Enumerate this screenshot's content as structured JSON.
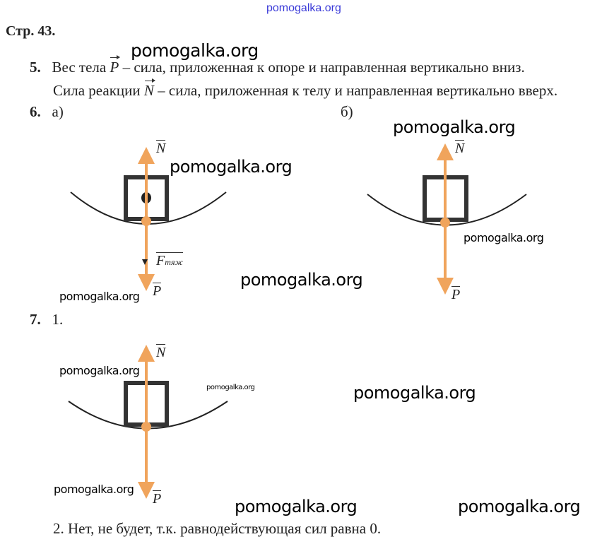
{
  "watermarks": {
    "top": "pomogalka.org",
    "w1": "pomogalka.org",
    "w2": "pomogalka.org",
    "w3": "pomogalka.org",
    "w4": "pomogalka.org",
    "w5": "pomogalka.org",
    "w6": "pomogalka.org",
    "w7": "pomogalka.org",
    "w8": "pomogalka.org",
    "w9": "pomogalka.org",
    "w10": "pomogalka.org",
    "w11": "pomogalka.org",
    "w12": "pomogalka.org"
  },
  "page": "Стр. 43.",
  "q5": {
    "num": "5.",
    "l1_a": "Вес тела",
    "l1_vec": "P",
    "l1_b": "– сила, приложенная к опоре и направленная вертикально вниз.",
    "l2_a": "Сила реакции",
    "l2_vec": "N",
    "l2_b": "– сила, приложенная к телу и направленная вертикально вверх."
  },
  "q6": {
    "num": "6.",
    "a": "а)",
    "b": "б)"
  },
  "q7": {
    "num": "7.",
    "p1": "1.",
    "p2": "2. Нет, не будет, т.к. равнодействующая сил равна 0."
  },
  "labels": {
    "N": "N",
    "P": "P",
    "F": "F",
    "F_sub": "тяж"
  },
  "colors": {
    "arrow": "#f0a45c",
    "box": "#333333",
    "watermark_top": "#3a3ad8"
  }
}
